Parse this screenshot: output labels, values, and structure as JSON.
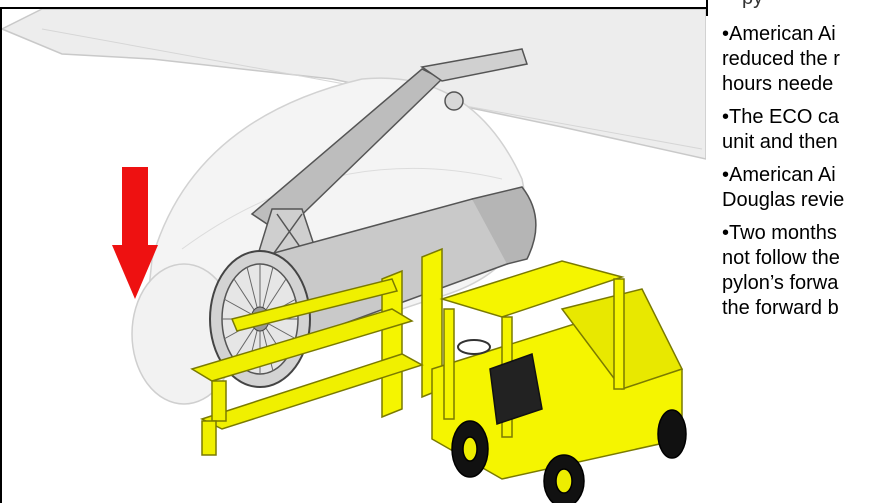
{
  "slide": {
    "title_fragment": "py",
    "bullets": [
      {
        "lines": [
          "American Ai",
          "reduced the r",
          "hours neede"
        ]
      },
      {
        "lines": [
          "The ECO ca",
          "unit and then"
        ]
      },
      {
        "lines": [
          "American Ai",
          "Douglas revie"
        ]
      },
      {
        "lines": [
          "Two months",
          "not follow the",
          "pylon’s forwa",
          "the forward b"
        ]
      }
    ]
  },
  "colors": {
    "forklift": "#f5f500",
    "forklift_outline": "#8a8a00",
    "arrow": "#ee1111",
    "wing": "#e9e9e9",
    "engine": "#c8c8c8"
  },
  "icons": {
    "arrow": "down-arrow-icon",
    "forklift": "forklift-icon"
  }
}
